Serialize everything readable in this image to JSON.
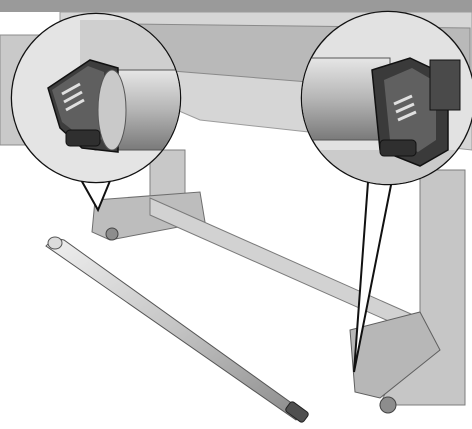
{
  "illustration": {
    "subject": "printer",
    "callouts": [
      "left-spindle-hub",
      "right-spindle-hub"
    ],
    "colors": {
      "background": "#ffffff",
      "printer_frame": "#cfcfcf",
      "printer_dark": "#8f8f8f",
      "spindle": "#b8b8b8",
      "spindle_end": "#5a5a5a",
      "hub_dark": "#3a3a3a",
      "outline": "#1a1a1a"
    }
  }
}
